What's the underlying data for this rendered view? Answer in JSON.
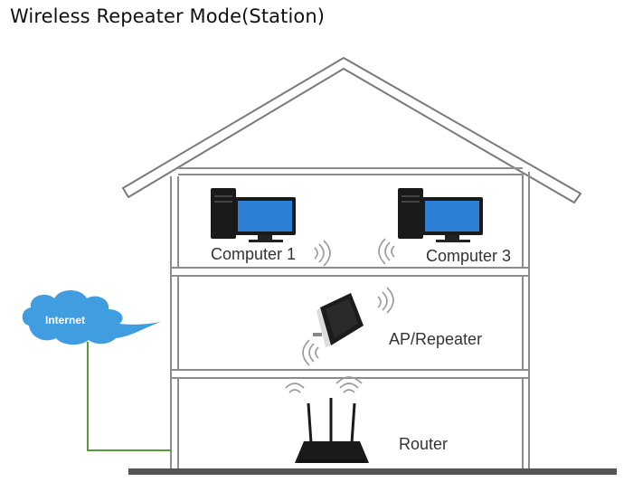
{
  "title": "Wireless Repeater Mode(Station)",
  "labels": {
    "computer1": "Computer 1",
    "computer3": "Computer 3",
    "repeater": "AP/Repeater",
    "router": "Router",
    "internet": "Internet"
  },
  "colors": {
    "cloud": "#3f9de0",
    "cable": "#5a9a3a",
    "wall": "#8c8c8c",
    "screen": "#2e7fd6"
  },
  "icons": [
    "wifi-signal-icon",
    "computer-icon",
    "repeater-icon",
    "router-icon",
    "cloud-icon"
  ]
}
